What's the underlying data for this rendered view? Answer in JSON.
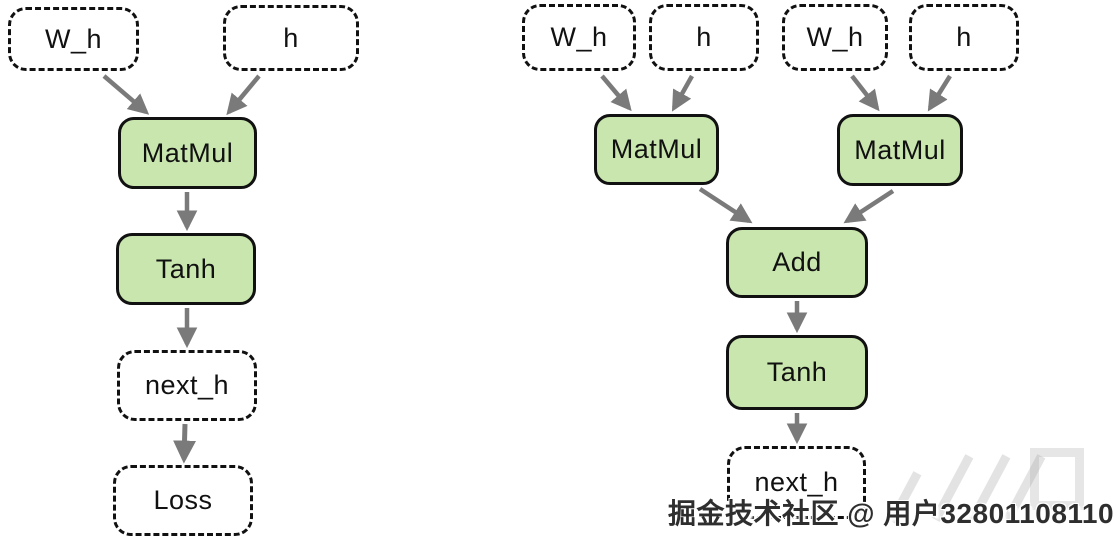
{
  "diagram_type": "computational-graph",
  "colors": {
    "op_node_fill": "#c8e6ad",
    "node_border": "#111111",
    "arrow": "#7a7a7a",
    "background": "#ffffff",
    "watermark_text_color": "#2e2e2e"
  },
  "left_graph": {
    "description": "single-step graph: W_h and h feed MatMul, then Tanh, producing next_h then Loss",
    "nodes": {
      "wh": {
        "label": "W_h",
        "kind": "tensor-dashed"
      },
      "h": {
        "label": "h",
        "kind": "tensor-dashed"
      },
      "matmul": {
        "label": "MatMul",
        "kind": "op-green"
      },
      "tanh": {
        "label": "Tanh",
        "kind": "op-green"
      },
      "next_h": {
        "label": "next_h",
        "kind": "tensor-dashed"
      },
      "loss": {
        "label": "Loss",
        "kind": "tensor-dashed"
      }
    },
    "edges": [
      [
        "wh",
        "matmul"
      ],
      [
        "h",
        "matmul"
      ],
      [
        "matmul",
        "tanh"
      ],
      [
        "tanh",
        "next_h"
      ],
      [
        "next_h",
        "loss"
      ]
    ]
  },
  "right_graph": {
    "description": "two MatMul branches (W_h,h pairs) merged by Add, then Tanh, producing next_h",
    "nodes": {
      "wh1": {
        "label": "W_h",
        "kind": "tensor-dashed"
      },
      "h1": {
        "label": "h",
        "kind": "tensor-dashed"
      },
      "wh2": {
        "label": "W_h",
        "kind": "tensor-dashed"
      },
      "h2": {
        "label": "h",
        "kind": "tensor-dashed"
      },
      "matmul1": {
        "label": "MatMul",
        "kind": "op-green"
      },
      "matmul2": {
        "label": "MatMul",
        "kind": "op-green"
      },
      "add": {
        "label": "Add",
        "kind": "op-green"
      },
      "tanh": {
        "label": "Tanh",
        "kind": "op-green"
      },
      "next_h": {
        "label": "next_h",
        "kind": "tensor-dashed"
      }
    },
    "edges": [
      [
        "wh1",
        "matmul1"
      ],
      [
        "h1",
        "matmul1"
      ],
      [
        "wh2",
        "matmul2"
      ],
      [
        "h2",
        "matmul2"
      ],
      [
        "matmul1",
        "add"
      ],
      [
        "matmul2",
        "add"
      ],
      [
        "add",
        "tanh"
      ],
      [
        "tanh",
        "next_h"
      ]
    ]
  },
  "watermark": {
    "text": "掘金技术社区 @ 用户32801108110"
  }
}
